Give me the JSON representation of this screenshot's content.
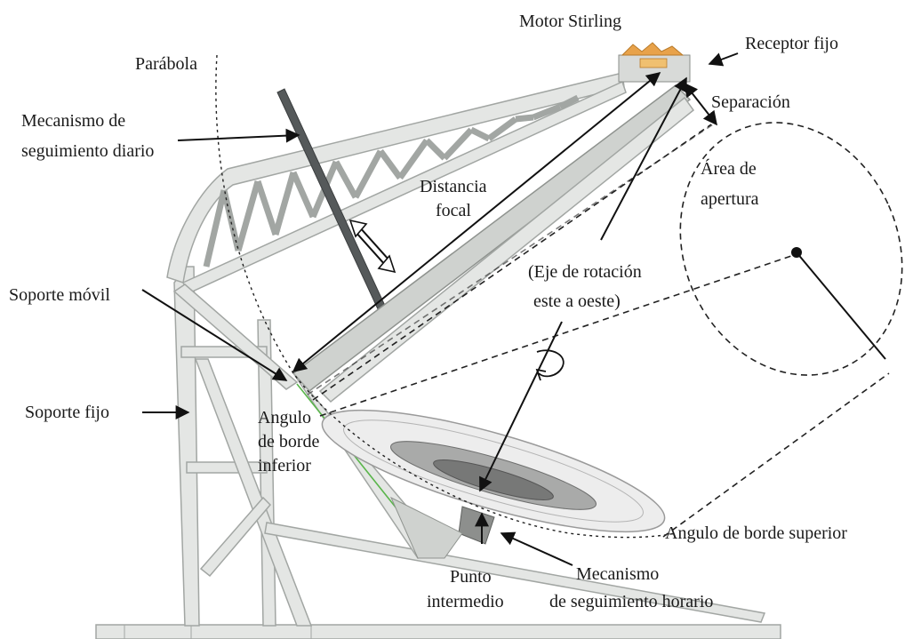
{
  "labels": {
    "motor_stirling": "Motor Stirling",
    "receptor_fijo": "Receptor fijo",
    "parabola": "Parábola",
    "separacion": "Separación",
    "mecanismo_diario_1": "Mecanismo de",
    "mecanismo_diario_2": "seguimiento diario",
    "area_apertura_1": "Área de",
    "area_apertura_2": "apertura",
    "distancia_focal_1": "Distancia",
    "distancia_focal_2": "focal",
    "eje_rotacion_1": "(Eje de rotación",
    "eje_rotacion_2": "este a oeste)",
    "soporte_movil": "Soporte móvil",
    "soporte_fijo": "Soporte fijo",
    "angulo_inferior_1": "Angulo",
    "angulo_inferior_2": "de borde",
    "angulo_inferior_3": "inferior",
    "angulo_superior": "Angulo de borde superior",
    "punto_intermedio_1": "Punto",
    "punto_intermedio_2": "intermedio",
    "mecanismo_horario_1": "Mecanismo",
    "mecanismo_horario_2": "de seguimiento horario"
  }
}
